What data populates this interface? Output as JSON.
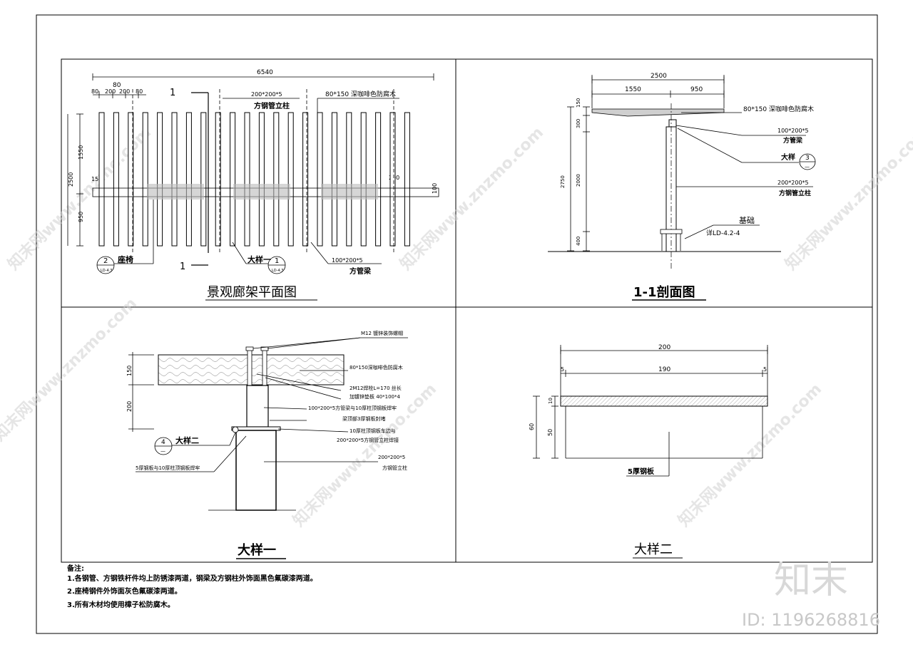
{
  "plan": {
    "title": "景观廊架平面图",
    "dim_total": "6540",
    "dim_80a": "80",
    "dim_sub": [
      "80",
      "200",
      "200",
      "80"
    ],
    "dim_2500": "2500",
    "dim_1550": "1550",
    "dim_950": "950",
    "dim_150": "150",
    "dim_200": "200",
    "dim_100": "100",
    "label_column": "200*200*5",
    "label_column2": "方钢管立柱",
    "label_wood": "80*150 深咖啡色防腐木",
    "label_beam": "100*200*5",
    "label_beam2": "方管梁",
    "label_bench": "座椅",
    "label_detail1": "大样一",
    "section_mark": "1",
    "callout2_num": "2",
    "callout2_sub": "LD-4.3",
    "callout1_num": "1",
    "callout1_sub": "LD-4.3"
  },
  "section": {
    "title": "1-1剖面图",
    "dim_2500": "2500",
    "dim_1550": "1550",
    "dim_950": "950",
    "dim_150": "150",
    "dim_300": "300",
    "dim_2000": "2000",
    "dim_2750": "2750",
    "dim_400": "400",
    "label_wood": "80*150 深咖啡色防腐木",
    "label_beam": "100*200*5",
    "label_beam2": "方管梁",
    "label_detail": "大样",
    "callout3_num": "3",
    "callout3_sub": "—",
    "label_column": "200*200*5",
    "label_column2": "方钢管立柱",
    "label_found": "基础",
    "label_found_ref": "详LD-4.2-4"
  },
  "detail1": {
    "title": "大样一",
    "dim_150": "150",
    "dim_200": "200",
    "label_bolt": "M12 镀锌装饰螺帽",
    "label_wood": "80*150深咖啡色防腐木",
    "label_stud": "2M12焊栓L=170 丝长",
    "label_plate": "加镀锌垫板 40*100*4",
    "label_beam_weld": "100*200*5方管梁与10厚柱顶钢板焊牢",
    "label_beam_end": "梁顶部3厚钢板封堵",
    "label_top_plate": "10厚柱顶钢板车边与",
    "label_top_plate2": "200*200*5方钢管立柱焊接",
    "label_column": "200*200*5",
    "label_column2": "方钢管立柱",
    "label_detail2": "大样二",
    "callout4_num": "4",
    "callout4_sub": "—",
    "label_weld": "5厚钢板与10厚柱顶钢板焊牢"
  },
  "detail2": {
    "title": "大样二",
    "dim_200": "200",
    "dim_5a": "5",
    "dim_190": "190",
    "dim_5b": "5",
    "dim_10": "10",
    "dim_60": "60",
    "dim_50": "50",
    "label_plate": "5厚钢板"
  },
  "notes": {
    "heading": "备注:",
    "line1": "1.各钢管、方钢铁杆件均上防锈漆两道，钢梁及方钢柱外饰面黑色氟碳漆两道。",
    "line2": "2.座椅钢件外饰面灰色氟碳漆两道。",
    "line3": "3.所有木材均使用樟子松防腐木。"
  },
  "watermark": {
    "brand": "知末",
    "id": "ID: 1196268816",
    "diag": "知末网www.znzmo.com"
  }
}
